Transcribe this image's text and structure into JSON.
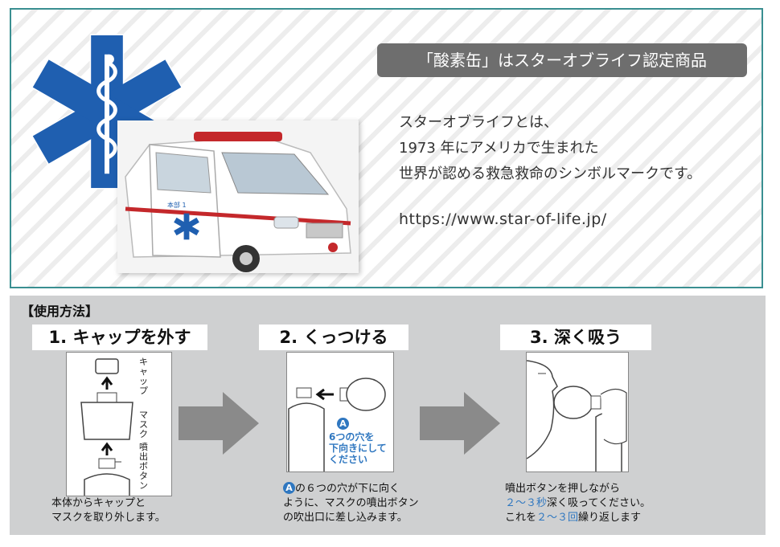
{
  "header": {
    "badge": "「酸素缶」はスターオブライフ認定商品",
    "desc_lines": [
      "スターオブライフとは、",
      "1973 年にアメリカで生まれた",
      "世界が認める救急救命のシンボルマークです。"
    ],
    "url": "https://www.star-of-life.jp/"
  },
  "photo": {
    "ambulance_label": "本部 1"
  },
  "usage": {
    "title": "【使用方法】",
    "steps": [
      {
        "title": "1. キャップを外す",
        "labels": [
          "キャップ",
          "マスク",
          "噴出ボタン"
        ],
        "caption_lines": [
          "本体からキャップと",
          "マスクを取り外します。"
        ]
      },
      {
        "title": "2. くっつける",
        "marker": "A",
        "callout_lines": [
          "6つの穴を",
          "下向きにして",
          "ください"
        ],
        "caption_lines": [
          "の６つの穴が下に向く",
          "ように、マスクの噴出ボタン",
          "の吹出口に差し込みます。"
        ]
      },
      {
        "title": "3. 深く吸う",
        "caption_line1": "噴出ボタンを押しながら",
        "caption_line2_blue": "２〜３秒",
        "caption_line2_rest": "深く吸ってください。",
        "caption_line3_pre": "これを",
        "caption_line3_blue": "２〜３回",
        "caption_line3_rest": "繰り返します"
      }
    ]
  },
  "colors": {
    "frame": "#3a8f91",
    "star_blue": "#1f5fb0",
    "badge_gray": "#6e6e6e",
    "accent_blue": "#2f77c0",
    "panel_gray": "#cfd0d1"
  }
}
